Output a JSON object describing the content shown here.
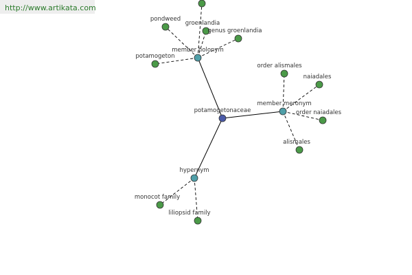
{
  "source_link": "http://www.artikata.com",
  "colors": {
    "center_node": "#4a5aa8",
    "relation_node": "#4f9fa8",
    "leaf_node": "#4b9a48",
    "edge": "#000000"
  },
  "graph": {
    "center": {
      "id": "center",
      "label": "potamogetonaceae"
    },
    "relations": [
      {
        "id": "rel-holonym",
        "label": "member holonym"
      },
      {
        "id": "rel-meronym",
        "label": "member meronym"
      },
      {
        "id": "rel-hypernym",
        "label": "hypernym"
      }
    ],
    "leaves": [
      {
        "id": "leaf-top",
        "relation": "rel-holonym",
        "label": ""
      },
      {
        "id": "leaf-pondweed",
        "relation": "rel-holonym",
        "label": "pondweed"
      },
      {
        "id": "leaf-groenlandia",
        "relation": "rel-holonym",
        "label": "groenlandia"
      },
      {
        "id": "leaf-genus-groenlandia",
        "relation": "rel-holonym",
        "label": "genus groenlandia"
      },
      {
        "id": "leaf-potamogeton",
        "relation": "rel-holonym",
        "label": "potamogeton"
      },
      {
        "id": "leaf-order-alismales",
        "relation": "rel-meronym",
        "label": "order alismales"
      },
      {
        "id": "leaf-naiadales",
        "relation": "rel-meronym",
        "label": "naiadales"
      },
      {
        "id": "leaf-order-naiadales",
        "relation": "rel-meronym",
        "label": "order naiadales"
      },
      {
        "id": "leaf-alismales",
        "relation": "rel-meronym",
        "label": "alismales"
      },
      {
        "id": "leaf-monocot-family",
        "relation": "rel-hypernym",
        "label": "monocot family"
      },
      {
        "id": "leaf-liliopsid-family",
        "relation": "rel-hypernym",
        "label": "liliopsid family"
      }
    ]
  }
}
